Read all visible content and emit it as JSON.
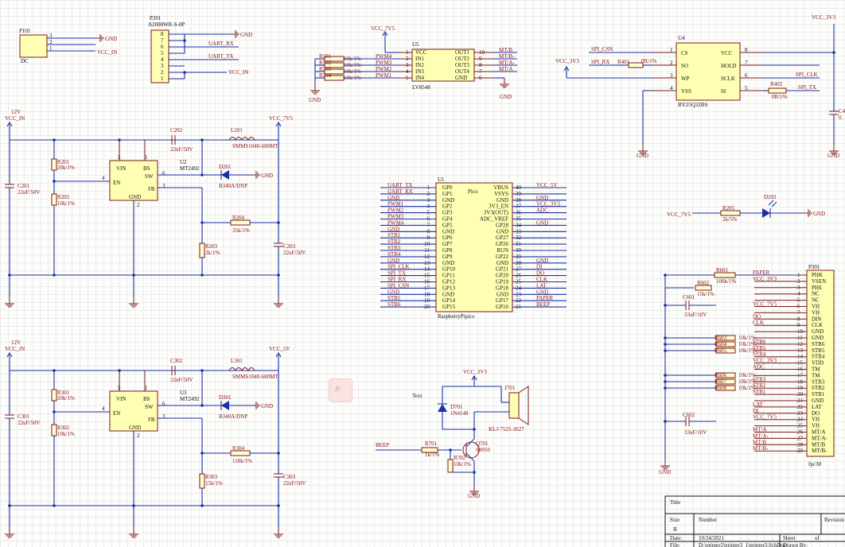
{
  "p101": {
    "ref": "P101",
    "val": "DC",
    "pins": [
      "3",
      "2",
      "1"
    ],
    "gnd": "GND",
    "vcc": "VCC_IN"
  },
  "p201": {
    "ref": "P201",
    "val": "A2008WR-S-8P",
    "pins": [
      "8",
      "7",
      "6",
      "5",
      "4",
      "3",
      "2",
      "1"
    ],
    "gnd": "GND",
    "rx": "UART_RX",
    "tx": "UART_TX",
    "vcc": "VCC_IN"
  },
  "u5": {
    "ref": "U5",
    "val": "LV8548",
    "left": [
      "VCC",
      "IN1",
      "IN2",
      "IN3",
      "IN4"
    ],
    "lnum": [
      "1",
      "2",
      "3",
      "4",
      "5"
    ],
    "right": [
      "OUT1",
      "OUT2",
      "OUT3",
      "OUT4",
      "GND"
    ],
    "rnum": [
      "10",
      "9",
      "8",
      "7",
      "6"
    ],
    "rout": [
      "MT/B",
      "MT/B-",
      "MT/A-",
      "MT/A"
    ],
    "vcc": "VCC_7V5",
    "gnd": "GND",
    "res": [
      "R501",
      "R502",
      "R503",
      "R504"
    ],
    "rval": [
      "10k/1%",
      "10k/1%",
      "10k/1%",
      "10k/1%"
    ],
    "pwm": [
      "PWM4",
      "PWM3",
      "PWM2",
      "PWM1"
    ],
    "gnd2": "GND"
  },
  "u4": {
    "ref": "U4",
    "val": "BY25Q32BS",
    "left": [
      "CS",
      "SO",
      "WP",
      "VSS"
    ],
    "lnum": [
      "1",
      "2",
      "3",
      "4"
    ],
    "right": [
      "VCC",
      "HOLD",
      "SCLK",
      "SI"
    ],
    "rnum": [
      "8",
      "7",
      "6",
      "5"
    ],
    "csn": "SPI_CSN",
    "rx": "SPI_RX",
    "r401": "R401",
    "r401v": "0R/1%",
    "vcc3": "VCC_3V3",
    "vcc3b": "VCC_3V3",
    "clk": "SPI_CLK",
    "r402": "R402",
    "r402v": "0R/1%",
    "tx": "SPI_TX",
    "gnd": "GND",
    "gnd2": "GND",
    "c4": "C4",
    "c4v": "0."
  },
  "ps1": {
    "v12": "12V",
    "vin": "VCC_IN",
    "vout": "VCC_7V5",
    "u": "U2",
    "uval": "MT2492",
    "pins": [
      "VIN",
      "BS",
      "EN",
      "SW",
      "FB",
      "GND"
    ],
    "pnum": [
      "5",
      "1",
      "4",
      "6",
      "3",
      "2"
    ],
    "c202": "C202",
    "c202v": "22nF/50V",
    "l": "L201",
    "lv": "SMMS1040-680MT",
    "d": "D201",
    "dv": "B340A/DNP",
    "gnd": "GND",
    "r201": "R201",
    "r201v": "20k/1%",
    "r202": "R202",
    "r202v": "10k/1%",
    "c201": "C201",
    "c201v": "22uF/50V",
    "r204": "R204",
    "r204v": "35k/1%",
    "r203": "R203",
    "r203v": "3k/1%",
    "c203": "C203",
    "c203v": "22uF/50V"
  },
  "ps2": {
    "v12": "12V",
    "vin": "VCC_IN",
    "vout": "VCC_5V",
    "u": "U3",
    "uval": "MT2492",
    "pins": [
      "VIN",
      "BS",
      "EN",
      "SW",
      "FB",
      "GND"
    ],
    "pnum": [
      "5",
      "1",
      "4",
      "6",
      "3",
      "2"
    ],
    "c202": "C302",
    "c202v": "22nF/50V",
    "l": "L301",
    "lv": "SMMS1040-680MT",
    "d": "D301",
    "dv": "B340A/DNP",
    "gnd": "GND",
    "r201": "R301",
    "r201v": "20k/1%",
    "r202": "R302",
    "r202v": "10k/1%",
    "c201": "C301",
    "c201v": "22uF/50V",
    "r204": "R304",
    "r204v": "110k/1%",
    "r203": "R303",
    "r203v": "15k/1%",
    "c203": "C303",
    "c203v": "22uF/50V"
  },
  "u1": {
    "ref": "U1",
    "title": "Pico",
    "val": "RaspberryPipico",
    "left": [
      "GP0",
      "GP1",
      "GND",
      "GP2",
      "GP3",
      "GP4",
      "GP5",
      "GND",
      "GP6",
      "GP7",
      "GP8",
      "GP9",
      "GND",
      "GP10",
      "GP11",
      "GP12",
      "GP13",
      "GND",
      "GP14",
      "GP15"
    ],
    "right": [
      "VBUS",
      "VSYS",
      "GND",
      "3V3_EN",
      "3V3(OUT)",
      "ADC_VREF",
      "GP28",
      "GND",
      "GP27",
      "GP26",
      "RUN",
      "GP22",
      "GND",
      "GP21",
      "GP20",
      "GP19",
      "GP18",
      "GND",
      "GP17",
      "GP16"
    ],
    "lnet": [
      "UART_TX",
      "UART_RX",
      "GND",
      "PWM1",
      "PWM2",
      "PWM3",
      "PWM4",
      "GND",
      "STB1",
      "STB2",
      "STB3",
      "STB4",
      "GND",
      "SPI_CLK",
      "SPI_TX",
      "SPI_RX",
      "SPI_CSN",
      "GND",
      "STB5",
      "STB6"
    ],
    "rnet": [
      "VCC_5V",
      "",
      "GND",
      "VCC_3V3",
      "ADC",
      "",
      "GND",
      "",
      "",
      "",
      "",
      "",
      "GND",
      "DI",
      "DO",
      "CLK",
      "LAT",
      "GND",
      "PAPER",
      "BEEP"
    ]
  },
  "led": {
    "vcc": "VCC_7V5",
    "r": "R205",
    "rv": "2k/5%",
    "d": "D202",
    "gnd": "GND"
  },
  "p301": {
    "ref": "P301",
    "val": "fpc30",
    "pins": [
      "PHK",
      "VSEN",
      "PHE",
      "NC",
      "NC",
      "VH",
      "VH",
      "DIN",
      "CLK",
      "GND",
      "GND",
      "STB6",
      "STB5",
      "STB4",
      "VDD",
      "TM",
      "TM",
      "STB3",
      "STB2",
      "STB1",
      "GND",
      "LAT",
      "DO",
      "VH",
      "VH",
      "MT/A",
      "MT/A-",
      "MT/B",
      "MT/B-"
    ],
    "nets": [
      "PAPER",
      "VCC_3V3",
      "",
      "",
      "",
      "VCC_7V5",
      "",
      "DO",
      "CLK",
      "",
      "",
      "STB6",
      "STB5",
      "STB4",
      "VCC_3V3",
      "ADC",
      "",
      "STB3",
      "STB2",
      "STB1",
      "",
      "LAT",
      "DI",
      "VCC_7V5",
      "",
      "MT/A",
      "MT/A-",
      "MT/B",
      "MT/B-"
    ],
    "r601": "R601",
    "r601v": "100k/1%",
    "r602": "R602",
    "r602v": "15k/1%",
    "c601": "C601",
    "c601v": "33uF/10V",
    "c602": "C602",
    "c602v": "33uF/10V",
    "gnd": "GND",
    "rs": [
      "R603",
      "R604",
      "R605",
      "R606",
      "R607",
      "R608"
    ],
    "rsv": "10k/1%"
  },
  "beep": {
    "vcc": "VCC_3V3",
    "text": "Text",
    "d": "D701",
    "dv": "1N4148",
    "j": "J701",
    "jv": "KLJ-7525-3627",
    "net": "BEEP",
    "r701": "R701",
    "r701v": "1k/1%",
    "r702": "R702",
    "r702v": "10k/1%",
    "q": "Q701",
    "qv": "S8050",
    "gnd": "GND"
  },
  "title": {
    "title": "Title",
    "size": "Size",
    "sizev": "B",
    "number": "Number",
    "rev": "Revision",
    "date": "Date:",
    "datev": "10/24/2021",
    "sheet": "Sheet",
    "of": "of",
    "file": "File:",
    "filev": "D:\\printer2\\printer3_1\\printer3.SchDoc",
    "drawn": "Drawn By:"
  }
}
